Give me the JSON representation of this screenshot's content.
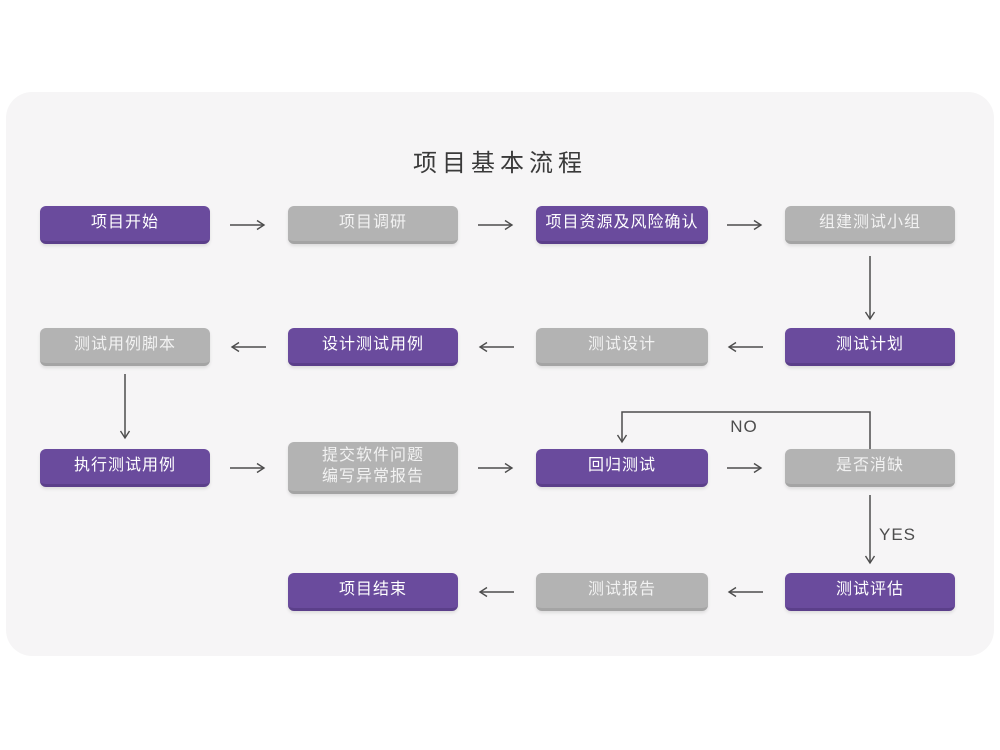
{
  "title": "项目基本流程",
  "colors": {
    "purple": "#6A4B9D",
    "purple_dark": "#5B3F8A",
    "gray": "#B3B3B3",
    "gray_dark": "#A4A4A4",
    "card_bg": "#F6F5F6",
    "arrow": "#4D4D4D",
    "title": "#3A3A3A"
  },
  "nodes": [
    {
      "id": "project-start",
      "label": "项目开始",
      "variant": "purple"
    },
    {
      "id": "project-research",
      "label": "项目调研",
      "variant": "gray"
    },
    {
      "id": "risk-confirm",
      "label": "项目资源及风险确认",
      "variant": "purple"
    },
    {
      "id": "build-team",
      "label": "组建测试小组",
      "variant": "gray"
    },
    {
      "id": "case-script",
      "label": "测试用例脚本",
      "variant": "gray"
    },
    {
      "id": "design-case",
      "label": "设计测试用例",
      "variant": "purple"
    },
    {
      "id": "test-design",
      "label": "测试设计",
      "variant": "gray"
    },
    {
      "id": "test-plan",
      "label": "测试计划",
      "variant": "purple"
    },
    {
      "id": "execute-case",
      "label": "执行测试用例",
      "variant": "purple"
    },
    {
      "id": "submit-issue",
      "label": "提交软件问题\n编写异常报告",
      "variant": "gray"
    },
    {
      "id": "regression-test",
      "label": "回归测试",
      "variant": "purple"
    },
    {
      "id": "defect-cleared",
      "label": "是否消缺",
      "variant": "gray"
    },
    {
      "id": "project-end",
      "label": "项目结束",
      "variant": "purple"
    },
    {
      "id": "test-report",
      "label": "测试报告",
      "variant": "gray"
    },
    {
      "id": "test-evaluate",
      "label": "测试评估",
      "variant": "purple"
    }
  ],
  "edge_labels": {
    "no": "NO",
    "yes": "YES"
  }
}
